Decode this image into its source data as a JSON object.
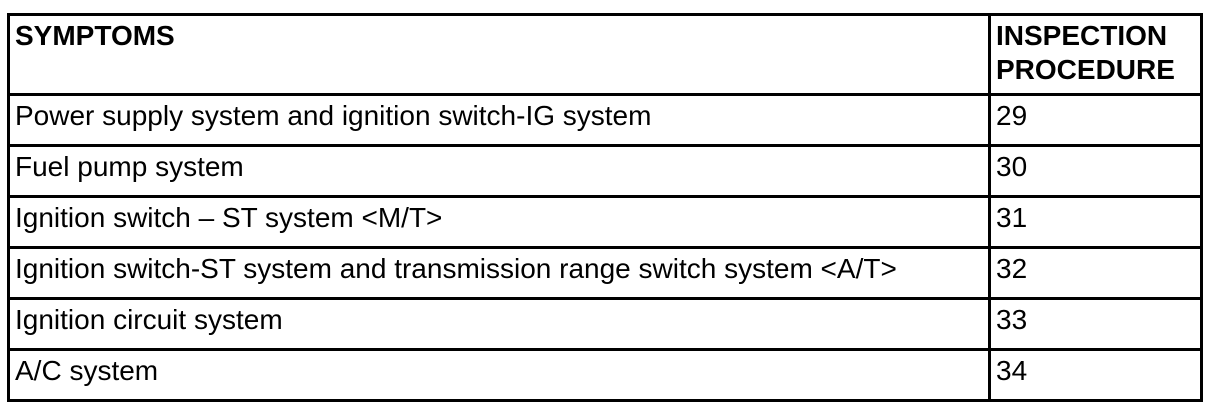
{
  "table": {
    "headers": [
      "SYMPTOMS",
      "INSPECTION PROCEDURE"
    ],
    "rows": [
      {
        "symptom": "Power supply system and ignition switch-IG system",
        "procedure": "29"
      },
      {
        "symptom": "Fuel pump system",
        "procedure": "30"
      },
      {
        "symptom": "Ignition switch – ST system <M/T>",
        "procedure": "31"
      },
      {
        "symptom": "Ignition switch-ST system and transmission range switch system <A/T>",
        "procedure": "32"
      },
      {
        "symptom": "Ignition circuit system",
        "procedure": "33"
      },
      {
        "symptom": "A/C system",
        "procedure": "34"
      }
    ],
    "colors": {
      "border": "#000000",
      "text": "#000000",
      "background": "#ffffff"
    }
  }
}
